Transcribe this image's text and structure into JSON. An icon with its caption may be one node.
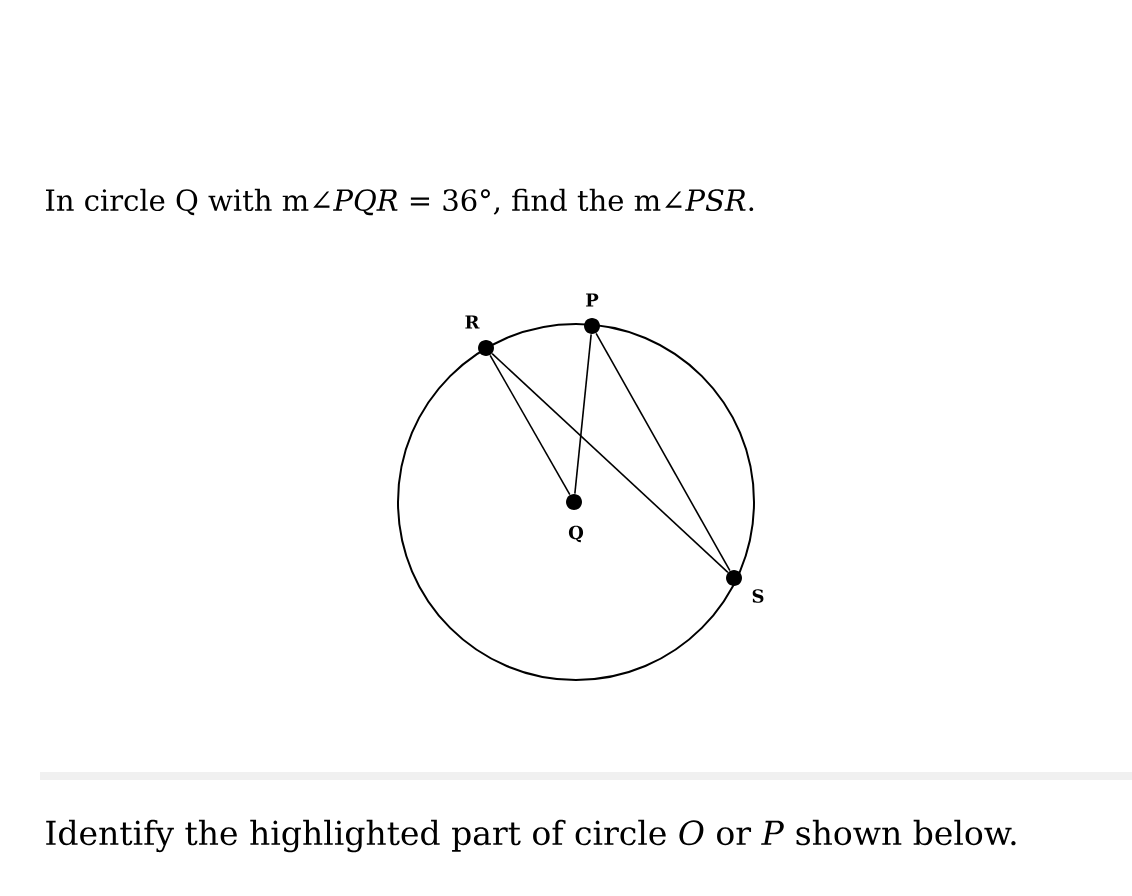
{
  "diagram": {
    "nodes": [
      {
        "text": [],
        "shape": "circle",
        "beside": [
          "P"
        ]
      },
      {
        "text": [],
        "shape": "circle",
        "beside": [
          "R"
        ]
      },
      {
        "text": [],
        "shape": "circle",
        "beside": [
          "Q"
        ]
      },
      {
        "text": [],
        "shape": "circle",
        "beside": [
          "S"
        ]
      }
    ],
    "edges": [
      {
        "from": 1,
        "to": 2,
        "arrow": "none"
      },
      {
        "from": 2,
        "to": 0,
        "arrow": "none"
      },
      {
        "from": 1,
        "to": 3,
        "arrow": "none"
      },
      {
        "from": 0,
        "to": 3,
        "arrow": "none"
      }
    ],
    "labels": [
      "In circle Q with m∠*PQR* = 36°, find the m∠*PSR*.",
      "Identify the highlighted part of circle *O* or *P* shown below."
    ]
  }
}
